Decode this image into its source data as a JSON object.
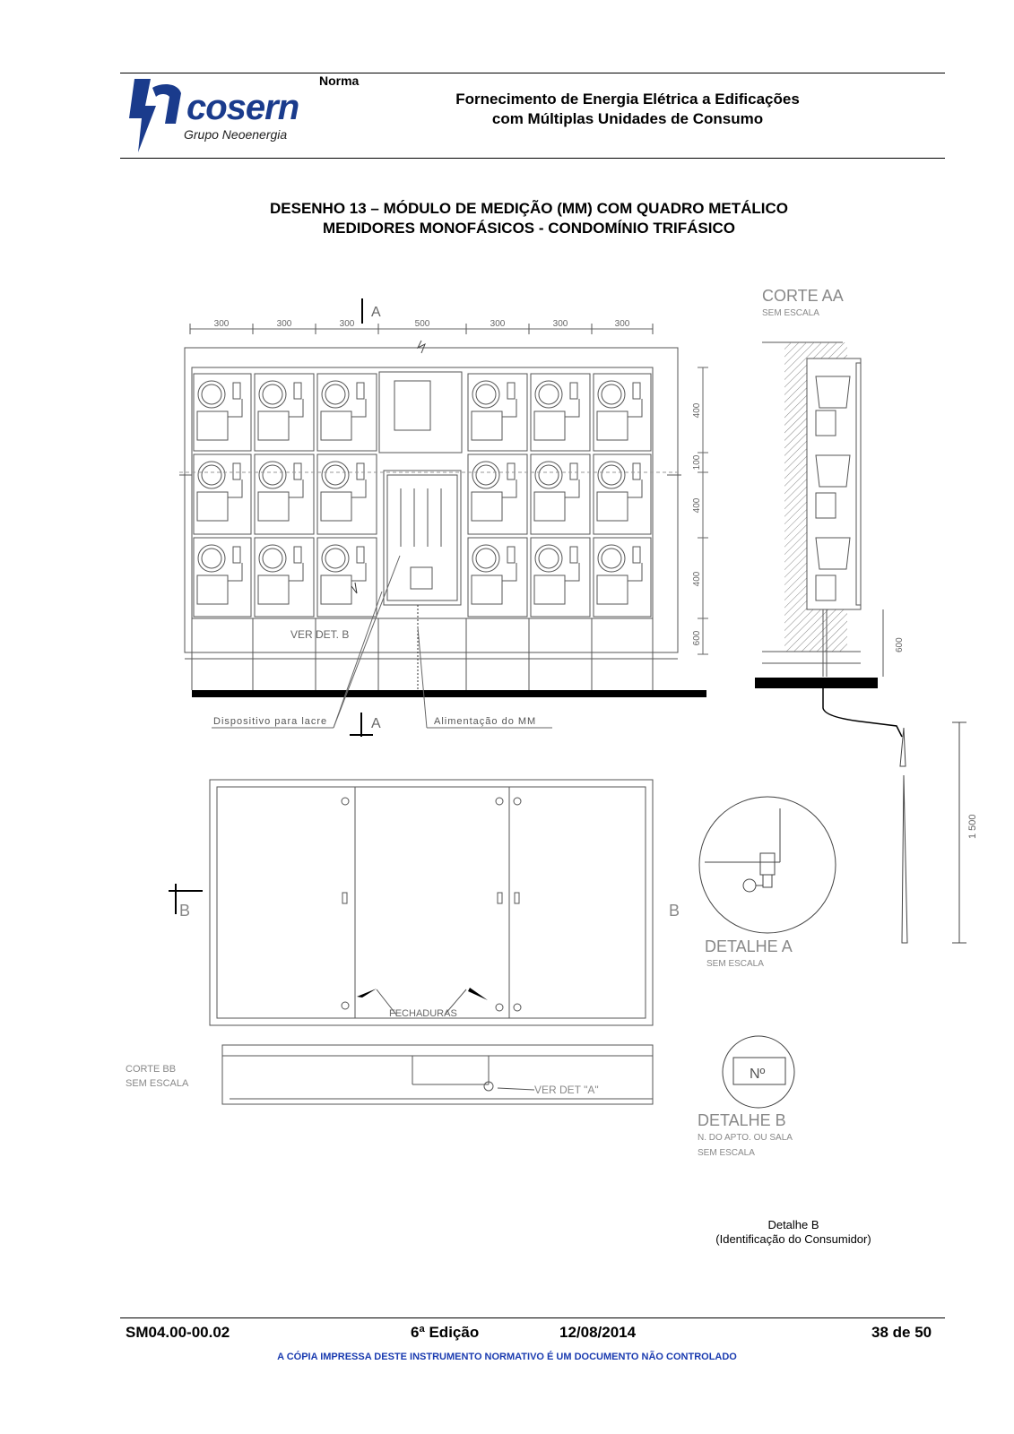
{
  "header": {
    "logo_alt": "cosern",
    "logo_word": "cosern",
    "logo_subtitle": "Grupo Neoenergia",
    "label": "Norma",
    "title_line1": "Fornecimento de Energia Elétrica a Edificações",
    "title_line2": "com Múltiplas Unidades de Consumo"
  },
  "drawing": {
    "title_line1": "DESENHO 13 – MÓDULO DE MEDIÇÃO (MM) COM QUADRO METÁLICO",
    "title_line2": "MEDIDORES MONOFÁSICOS - CONDOMÍNIO TRIFÁSICO",
    "top_dims": [
      "300",
      "300",
      "300",
      "500",
      "300",
      "300",
      "300"
    ],
    "side_dims": [
      "400",
      "100",
      "400",
      "400",
      "600"
    ],
    "section_a_letter": "A",
    "section_b_letter": "B",
    "ver_det_b": "VER DET. B",
    "dispositivo": "Dispositivo para lacre",
    "alimentacao": "Alimentação do MM",
    "corte_aa": "CORTE   AA",
    "sem_escala": "SEM  ESCALA",
    "corte_aa_dim": "600",
    "height_dim": "1 500",
    "fechaduras": "FECHADURAS",
    "corte_bb_line1": "CORTE BB",
    "corte_bb_line2": "SEM  ESCALA",
    "ver_det_a": "VER   DET   \"A\"",
    "detalhe_a_title": "DETALHE     A",
    "detalhe_a_sub": "SEM   ESCALA",
    "detalhe_b_num": "Nº",
    "detalhe_b_title": "DETALHE     B",
    "detalhe_b_sub1": "N. DO APTO. OU SALA",
    "detalhe_b_sub2": "SEM   ESCALA"
  },
  "caption": {
    "line1": "Detalhe B",
    "line2": "(Identificação do Consumidor)"
  },
  "footer": {
    "code": "SM04.00-00.02",
    "edition": "6ª Edição",
    "date": "12/08/2014",
    "page": "38 de 50",
    "disclaimer": "A CÓPIA IMPRESSA DESTE INSTRUMENTO NORMATIVO É UM DOCUMENTO NÃO CONTROLADO"
  },
  "colors": {
    "logo_blue": "#1a3b8c",
    "disclaimer_blue": "#1a3bb0"
  }
}
